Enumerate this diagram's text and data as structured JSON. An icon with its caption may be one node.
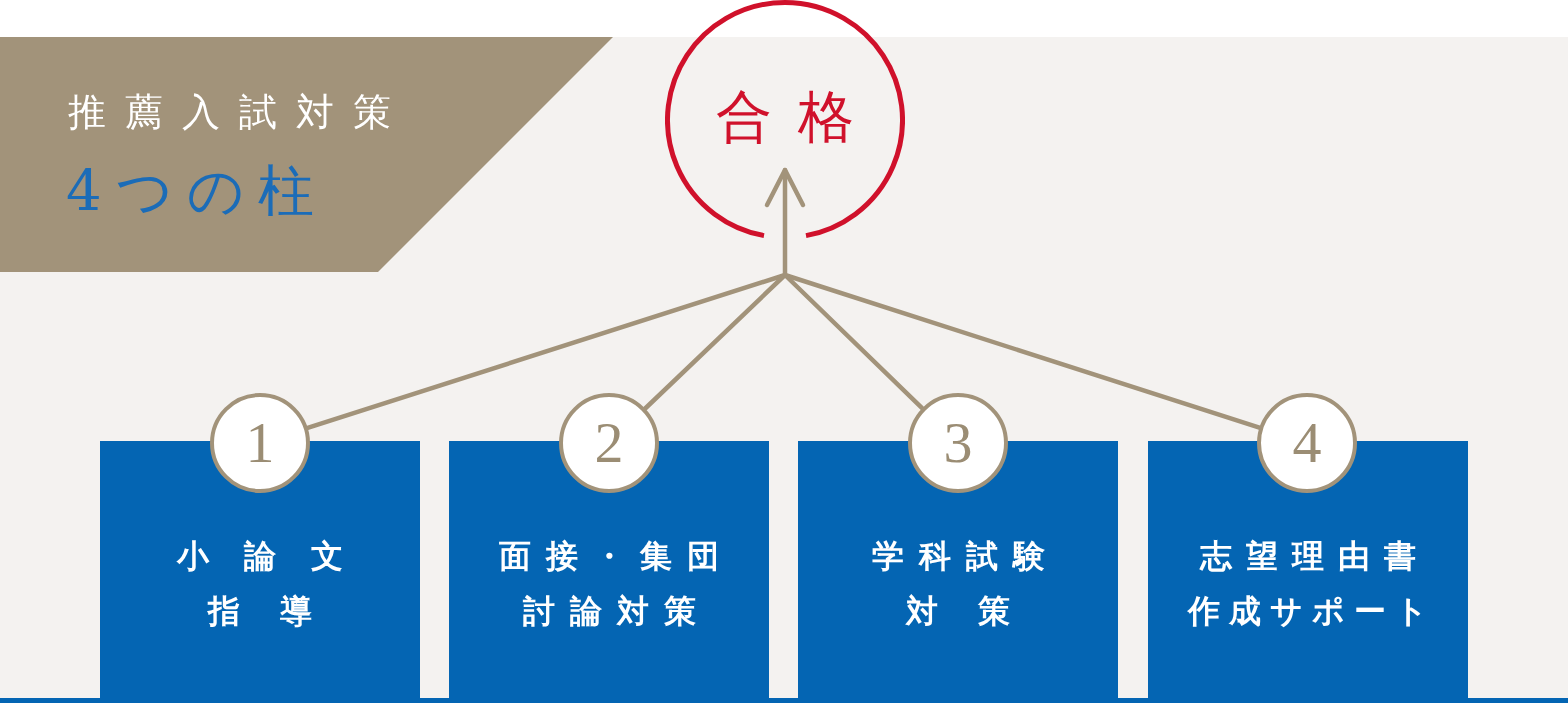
{
  "diagram": {
    "nodes": [
      {
        "text": [
          "推薦入試対策",
          "4つの柱"
        ]
      },
      {
        "text": [
          "合格"
        ]
      },
      {
        "text": [
          "1"
        ]
      },
      {
        "text": [
          "小論文指導"
        ]
      },
      {
        "text": [
          "2"
        ]
      },
      {
        "text": [
          "面接・集団討論対策"
        ]
      },
      {
        "text": [
          "3"
        ]
      },
      {
        "text": [
          "学科試験対策"
        ]
      },
      {
        "text": [
          "4"
        ]
      },
      {
        "text": [
          "志望理由書作成サポート"
        ]
      }
    ],
    "edges": [
      {
        "from": 2,
        "to": 1,
        "arrow": "to"
      },
      {
        "from": 4,
        "to": 1,
        "arrow": "to"
      },
      {
        "from": 6,
        "to": 1,
        "arrow": "to"
      },
      {
        "from": 8,
        "to": 1,
        "arrow": "to"
      }
    ]
  }
}
